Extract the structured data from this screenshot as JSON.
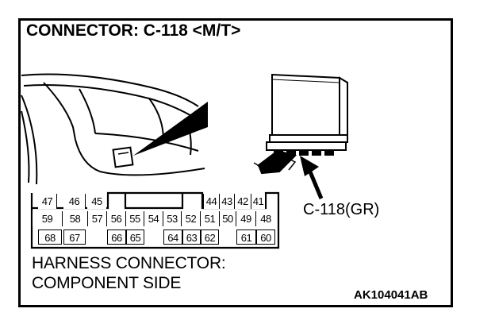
{
  "title": "CONNECTOR: C-118 <M/T>",
  "callout_label": "C-118(GR)",
  "caption": {
    "line1": "HARNESS CONNECTOR:",
    "line2": "COMPONENT SIDE"
  },
  "figure_code": "AK104041AB",
  "icons": [
    "vehicle-dashboard-icon",
    "ecu-module-icon",
    "pointer-arrow-icon"
  ],
  "connector_pins": {
    "row1": [
      {
        "pin": "47"
      },
      {
        "pin": "46"
      },
      {
        "pin": "45"
      },
      {
        "pin": "44"
      },
      {
        "pin": "43"
      },
      {
        "pin": "42"
      },
      {
        "pin": "41"
      }
    ],
    "row2": [
      {
        "pin": "59"
      },
      {
        "pin": "58"
      },
      {
        "pin": "57"
      },
      {
        "pin": "56"
      },
      {
        "pin": "55"
      },
      {
        "pin": "54"
      },
      {
        "pin": "53"
      },
      {
        "pin": "52"
      },
      {
        "pin": "51"
      },
      {
        "pin": "50"
      },
      {
        "pin": "49"
      },
      {
        "pin": "48"
      }
    ],
    "row3": [
      {
        "pin": "68"
      },
      {
        "pin": "67"
      },
      {
        "pin": "66"
      },
      {
        "pin": "65"
      },
      {
        "pin": "64"
      },
      {
        "pin": "63"
      },
      {
        "pin": "62"
      },
      {
        "pin": "61"
      },
      {
        "pin": "60"
      }
    ]
  }
}
